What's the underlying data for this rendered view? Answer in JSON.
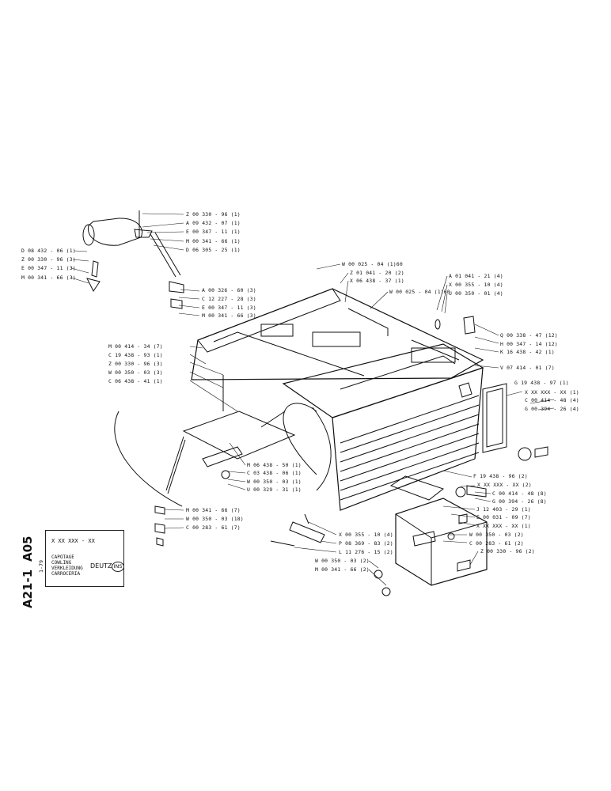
{
  "title_block": {
    "section_code": "A05",
    "page_code": "A21-1",
    "date": "1-79",
    "serial_range": "X XX XXX - XX",
    "titles": [
      "CAPOTAGE",
      "COWLING",
      "VERKLEIDUNG",
      "CARROCERIA"
    ],
    "brand": "DEUTZ",
    "badge": "INS"
  },
  "callouts": {
    "top_right": [
      "Z 00 330 - 96 (1)",
      "A 09 432 - 07 (1)",
      "E 00 347 - 11 (1)",
      "M 00 341 - 66 (1)",
      "D 06 305 - 25 (1)"
    ],
    "top_left": [
      "D 08 432 - 06 (1)",
      "Z 00 330 - 96 (3)",
      "E 00 347 - 11 (3)",
      "M 00 341 - 66 (3)"
    ],
    "bracket_lower": [
      "A 00 326 - 60 (3)",
      "C 12 227 - 28 (3)",
      "E 00 347 - 11 (3)",
      "M 00 341 - 66 (3)"
    ],
    "upper_mid": [
      "W 00 025 - 04 (1)60",
      "Z 01 041 - 20 (2)",
      "X 06 438 - 37 (1)",
      "W 00 025 - 04 (1)60"
    ],
    "upper_right": [
      "A 01 041 - 21 (4)",
      "X 00 355 - 10 (4)",
      "U 00 350 - 01 (4)"
    ],
    "far_right": [
      "Q 00 338 - 47 (12)",
      "H 00 347 - 14 (12)",
      "K 16 438 - 42 (1)",
      "V 07 414 - 01 (7)"
    ],
    "panel_right": [
      "G 19 438 - 97 (1)",
      "X XX XXX - XX (1)",
      "C 00 414 - 48 (4)",
      "G 00 394 - 26 (4)"
    ],
    "left_mid": [
      "M 00 414 - 34 (7)",
      "C 19 438 - 93 (1)",
      "Z 00 330 - 96 (3)",
      "W 00 350 - 03 (3)",
      "C 06 438 - 41 (1)"
    ],
    "center_low": [
      "M 06 438 - 50 (1)",
      "C 03 438 - 06 (1)",
      "W 00 350 - 03 (1)",
      "U 00 329 - 31 (1)"
    ],
    "bottom_left": [
      "M 00 341 - 66 (7)",
      "W 00 350 - 03 (18)",
      "C 00 283 - 61 (7)"
    ],
    "right_low": [
      "F 19 438 - 96 (2)",
      "X XX XXX - XX (2)",
      "C 00 414 - 48 (8)",
      "G 00 394 - 26 (8)",
      "J 12 403 - 29 (1)",
      "E 00 031 - 09 (7)",
      "X XX XXX - XX (1)",
      "W 00 350 - 03 (2)",
      "C 00 283 - 61 (2)",
      "Z 00 330 - 96 (2)"
    ],
    "bottom_mid": [
      "X 00 355 - 10 (4)",
      "P 08 369 - 83 (2)",
      "L 11 276 - 15 (2)",
      "W 00 350 - 03 (2)",
      "M 00 341 - 66 (2)"
    ]
  }
}
